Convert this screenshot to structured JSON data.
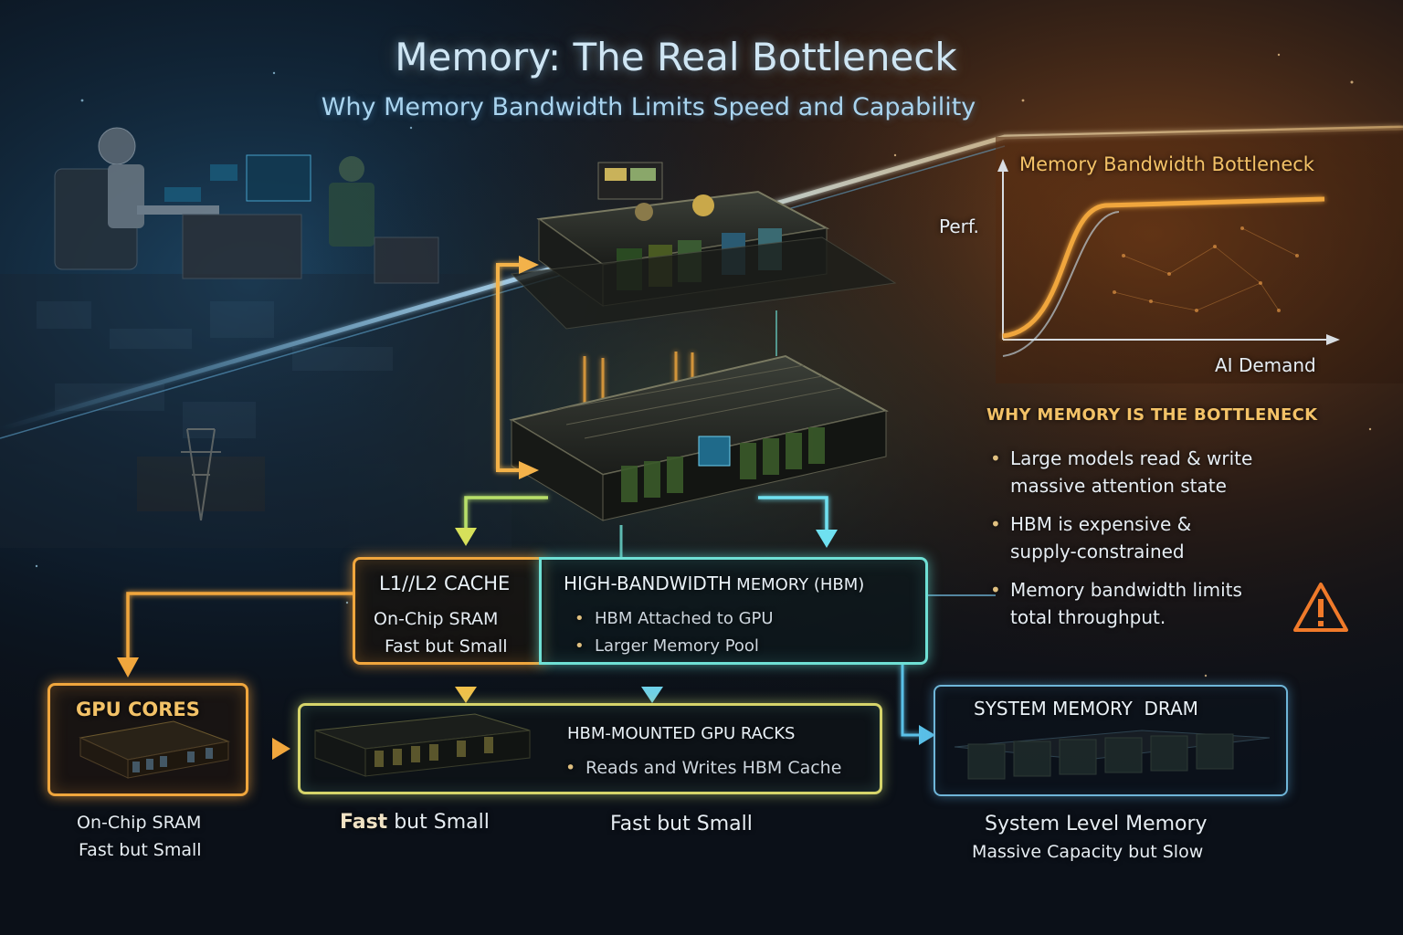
{
  "header": {
    "title": "Memory: The Real Bottleneck",
    "subtitle": "Why Memory Bandwidth Limits Speed and Capability"
  },
  "chart_panel": {
    "title": "Memory Bandwidth Bottleneck",
    "y_axis_label": "Perf.",
    "x_axis_label": "AI Demand"
  },
  "why_panel": {
    "heading": "WHY MEMORY IS THE BOTTLENECK",
    "bullets": [
      {
        "line1": "Large models read & write",
        "line2": "massive attention state"
      },
      {
        "line1": "HBM is expensive &",
        "line2": "supply-constrained"
      },
      {
        "line1": "Memory bandwidth limits",
        "line2": "total throughput."
      }
    ],
    "warning_icon": "warning-triangle-icon"
  },
  "cache_box": {
    "title": "L1//L2 CACHE",
    "line1": "On-Chip SRAM",
    "line2": "Fast but Small"
  },
  "hbm_box": {
    "title_main": "HIGH-BANDWIDTH",
    "title_rest": "MEMORY (HBM)",
    "bullets": [
      "HBM Attached to GPU",
      "Larger Memory Pool"
    ]
  },
  "gpu_cores_box": {
    "title": "GPU CORES",
    "caption_line1": "On-Chip SRAM",
    "caption_line2": "Fast but Small"
  },
  "racks_box": {
    "title": "HBM-MOUNTED GPU RACKS",
    "bullet": "Reads and Writes HBM Cache",
    "caption_left_bold": "Fast",
    "caption_left_rest": "but Small",
    "caption_right": "Fast but Small"
  },
  "dram_box": {
    "title": "SYSTEM MEMORY  DRAM",
    "caption_line1": "System Level Memory",
    "caption_line2": "Massive Capacity but Slow"
  },
  "colors": {
    "orange": "#f0a63d",
    "teal": "#6fe0d5",
    "blue": "#6fb6d9",
    "gold_text": "#f3c267"
  }
}
